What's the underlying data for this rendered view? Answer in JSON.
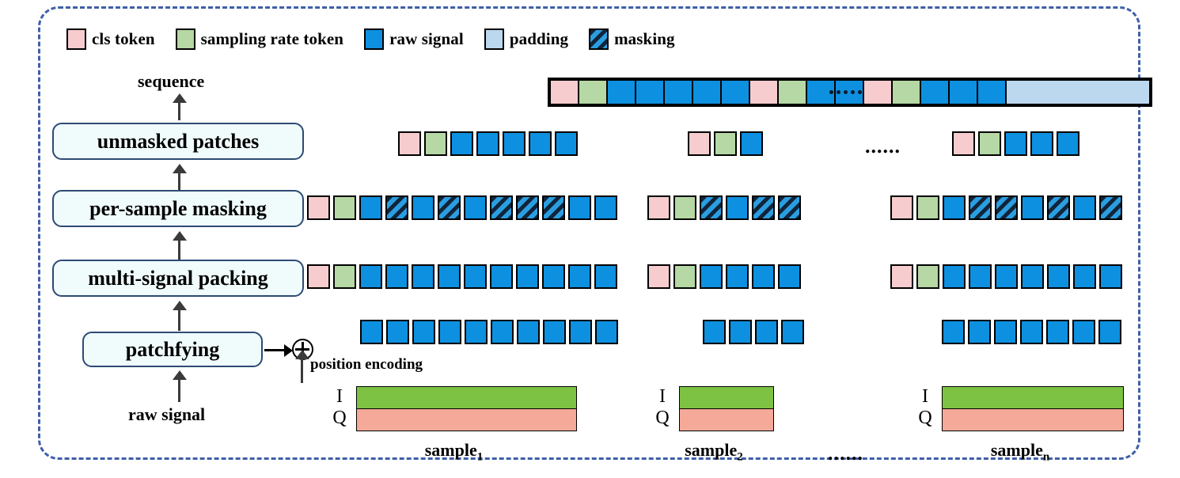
{
  "diagram": {
    "title": "signal patchfying / packing / masking pipeline",
    "colors": {
      "cls_token": "#f6ccce",
      "sampling_rate_token": "#b6d8a4",
      "raw_signal": "#0d90e0",
      "padding": "#bcd8ef",
      "masking_stripe_dark": "#12243a",
      "masking_stripe_light": "#2a9ee0",
      "frame_border": "#3f5fa8",
      "box_fill": "#f0fbfc",
      "box_border": "#2d4a74",
      "iq_i": "#7dc242",
      "iq_q": "#f5a998"
    },
    "legend": [
      {
        "swatch": "c-cls",
        "label": "cls token"
      },
      {
        "swatch": "c-sr",
        "label": "sampling rate token"
      },
      {
        "swatch": "c-raw",
        "label": "raw signal"
      },
      {
        "swatch": "c-pad",
        "label": "padding"
      },
      {
        "swatch": "c-mask",
        "label": "masking"
      }
    ],
    "labels": {
      "sequence": "sequence",
      "unmasked_patches": "unmasked patches",
      "per_sample_masking": "per-sample masking",
      "multi_signal_packing": "multi-signal packing",
      "patchfying": "patchfying",
      "position_encoding": "position encoding",
      "raw_signal": "raw signal",
      "ellipsis": "......",
      "i_label": "I",
      "q_label": "Q"
    },
    "samples": [
      {
        "name": "sample",
        "sub": "1"
      },
      {
        "name": "sample",
        "sub": "2"
      },
      {
        "name": "sample",
        "sub": "n"
      }
    ],
    "rows": {
      "sequence": [
        "c-cls",
        "c-sr",
        "c-raw",
        "c-raw",
        "c-raw",
        "c-raw",
        "c-raw",
        "c-cls",
        "c-sr",
        "c-raw",
        "dots",
        "c-cls",
        "c-sr",
        "c-raw",
        "c-raw",
        "c-raw",
        "pad-wide"
      ],
      "unmasked_patches": [
        [
          "c-cls",
          "c-sr",
          "c-raw",
          "c-raw",
          "c-raw",
          "c-raw",
          "c-raw"
        ],
        [
          "c-cls",
          "c-sr",
          "c-raw"
        ],
        [
          "c-cls",
          "c-sr",
          "c-raw",
          "c-raw",
          "c-raw"
        ]
      ],
      "per_sample_masking": [
        [
          "c-cls",
          "c-sr",
          "c-raw",
          "c-mask",
          "c-raw",
          "c-mask",
          "c-raw",
          "c-mask",
          "c-mask",
          "c-mask",
          "c-raw",
          "c-raw"
        ],
        [
          "c-cls",
          "c-sr",
          "c-mask",
          "c-raw",
          "c-mask",
          "c-mask"
        ],
        [
          "c-cls",
          "c-sr",
          "c-raw",
          "c-mask",
          "c-mask",
          "c-raw",
          "c-mask",
          "c-raw",
          "c-mask"
        ]
      ],
      "multi_signal_packing": [
        [
          "c-cls",
          "c-sr",
          "c-raw",
          "c-raw",
          "c-raw",
          "c-raw",
          "c-raw",
          "c-raw",
          "c-raw",
          "c-raw",
          "c-raw",
          "c-raw"
        ],
        [
          "c-cls",
          "c-sr",
          "c-raw",
          "c-raw",
          "c-raw",
          "c-raw"
        ],
        [
          "c-cls",
          "c-sr",
          "c-raw",
          "c-raw",
          "c-raw",
          "c-raw",
          "c-raw",
          "c-raw",
          "c-raw"
        ]
      ],
      "patches": [
        [
          "c-raw",
          "c-raw",
          "c-raw",
          "c-raw",
          "c-raw",
          "c-raw",
          "c-raw",
          "c-raw",
          "c-raw",
          "c-raw"
        ],
        [
          "c-raw",
          "c-raw",
          "c-raw",
          "c-raw"
        ],
        [
          "c-raw",
          "c-raw",
          "c-raw",
          "c-raw",
          "c-raw",
          "c-raw",
          "c-raw"
        ]
      ]
    }
  }
}
